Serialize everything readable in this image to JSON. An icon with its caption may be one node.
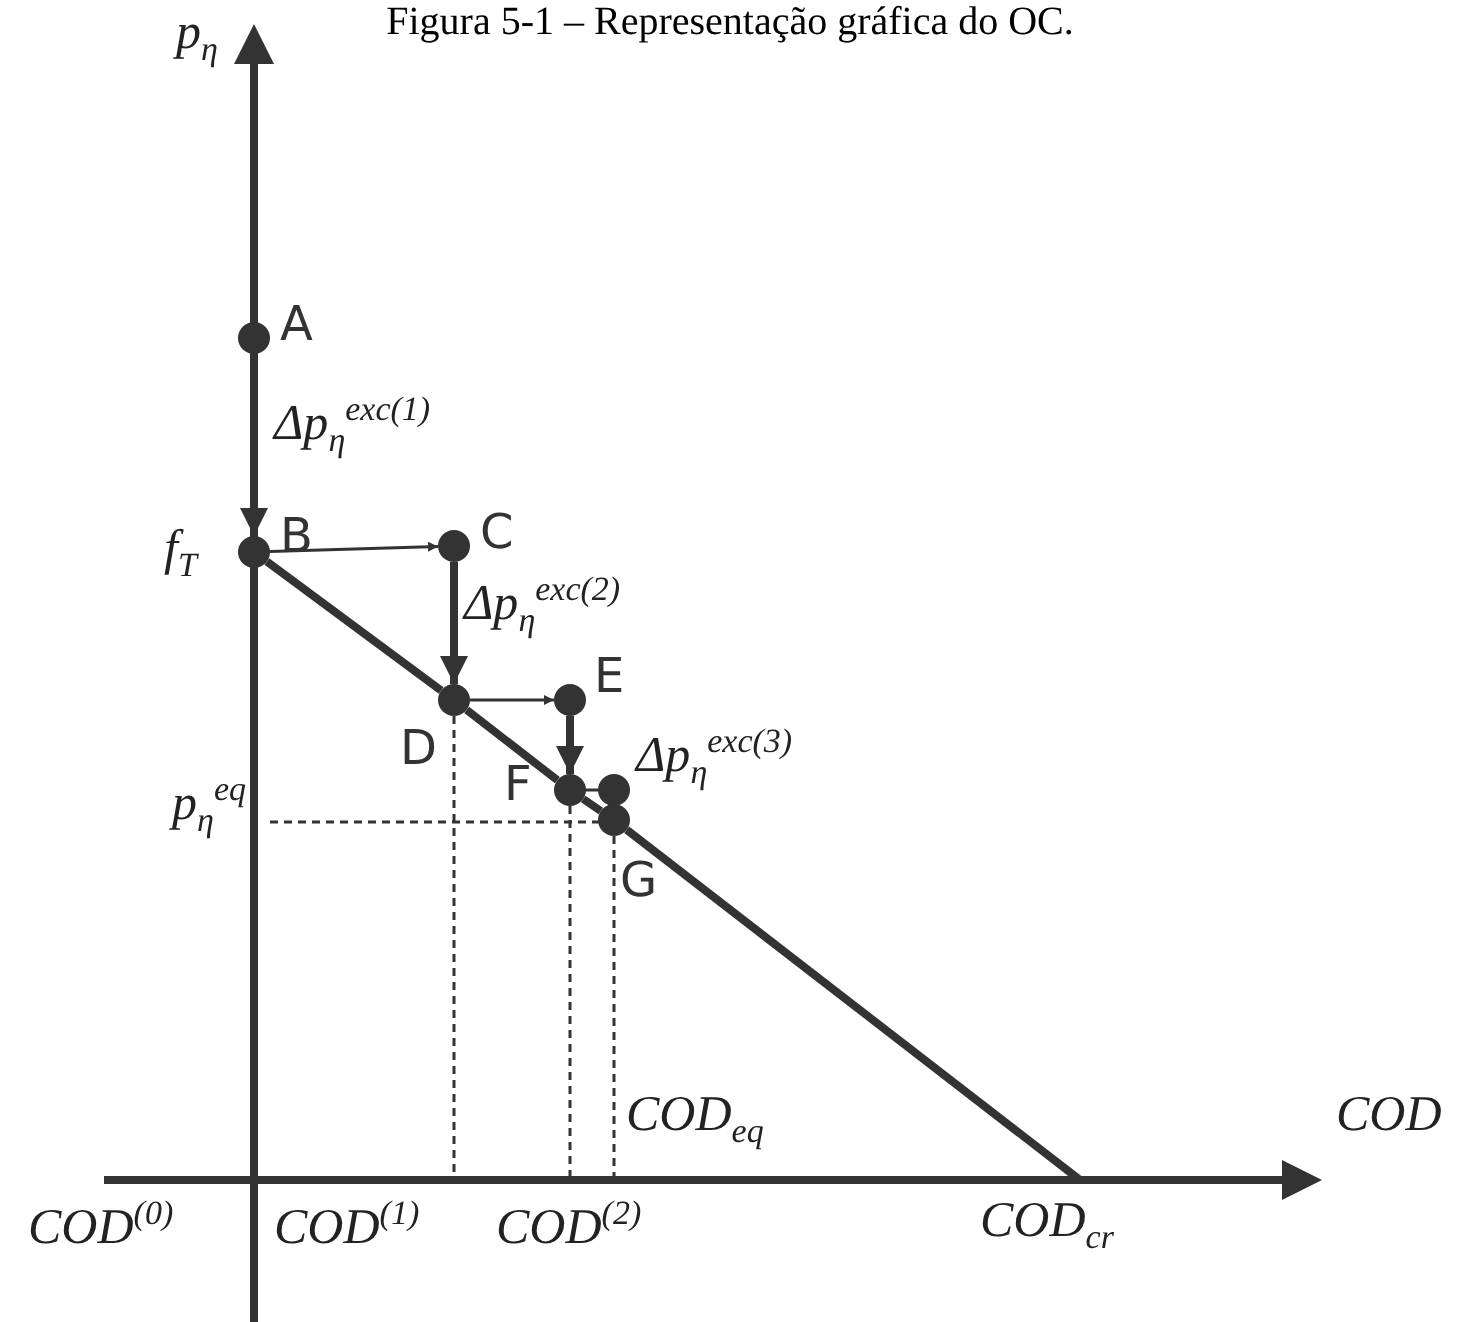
{
  "diagram": {
    "title": "Figura 5-1 – Representação gráfica do OC.",
    "nodes": [
      {
        "text": [],
        "shape": "circle",
        "beside": [
          "A"
        ]
      },
      {
        "text": [],
        "shape": "circle",
        "beside": [
          "B"
        ]
      },
      {
        "text": [],
        "shape": "circle",
        "beside": [
          "C"
        ]
      },
      {
        "text": [],
        "shape": "circle",
        "beside": [
          "D"
        ]
      },
      {
        "text": [],
        "shape": "circle",
        "beside": [
          "E"
        ]
      },
      {
        "text": [],
        "shape": "circle",
        "beside": [
          "F"
        ]
      },
      {
        "text": [],
        "shape": "circle"
      },
      {
        "text": [],
        "shape": "circle",
        "beside": [
          "G"
        ]
      }
    ],
    "edges": [
      {
        "from": 0,
        "to": 1,
        "arrow": "to",
        "label": "Δp$_{η}$$^{exc(1)}$"
      },
      {
        "from": 1,
        "to": 2,
        "arrow": "to"
      },
      {
        "from": 2,
        "to": 3,
        "arrow": "to",
        "label": "Δp$_{η}$$^{exc(2)}$"
      },
      {
        "from": 3,
        "to": 4,
        "arrow": "to"
      },
      {
        "from": 4,
        "to": 5,
        "arrow": "to",
        "label": "Δp$_{η}$$^{exc(3)}$"
      },
      {
        "from": 5,
        "to": 6,
        "arrow": "none"
      },
      {
        "from": 1,
        "to": 3,
        "arrow": "none"
      },
      {
        "from": 3,
        "to": 5,
        "arrow": "none"
      },
      {
        "from": 5,
        "to": 7,
        "arrow": "none"
      },
      {
        "from": 7,
        "to": null,
        "arrow": "none"
      }
    ],
    "labels": [
      "p$_{η}$",
      "f$_{T}$",
      "p$_{η}$$^{eq}$",
      "COD$_{eq}$",
      "COD",
      "COD$^{(0)}$",
      "COD$^{(1)}$",
      "COD$^{(2)}$",
      "COD$_{cr}$"
    ]
  }
}
